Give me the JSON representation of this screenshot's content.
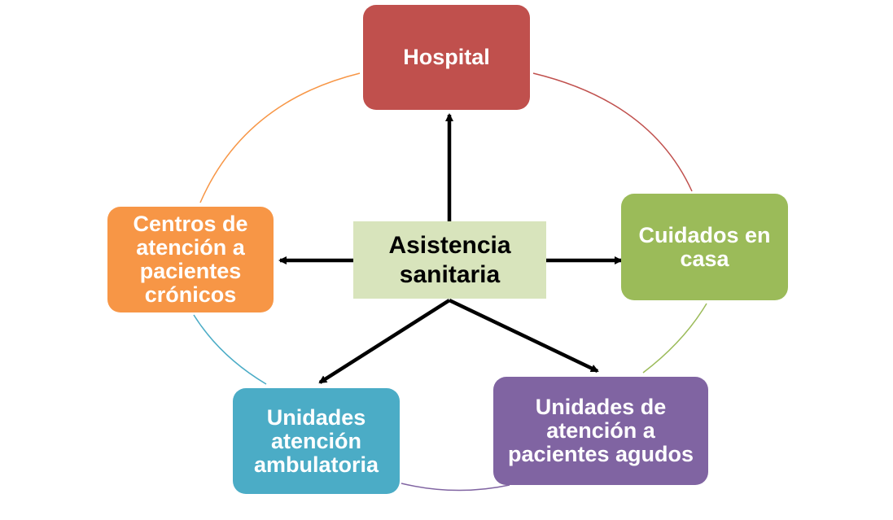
{
  "center": {
    "label": "Asistencia sanitaria",
    "color": "#d8e4bc"
  },
  "nodes": {
    "hospital": {
      "label": "Hospital",
      "color": "#c0504d"
    },
    "cuidados": {
      "label": "Cuidados en casa",
      "color": "#9bbb59"
    },
    "agudos": {
      "label": "Unidades de atención a pacientes agudos",
      "color": "#8064a2"
    },
    "ambulatoria": {
      "label": "Unidades atención ambulatoria",
      "color": "#4bacc6"
    },
    "cronicos": {
      "label": "Centros de atención a pacientes crónicos",
      "color": "#f79646"
    }
  },
  "arrow_color": "#000000"
}
